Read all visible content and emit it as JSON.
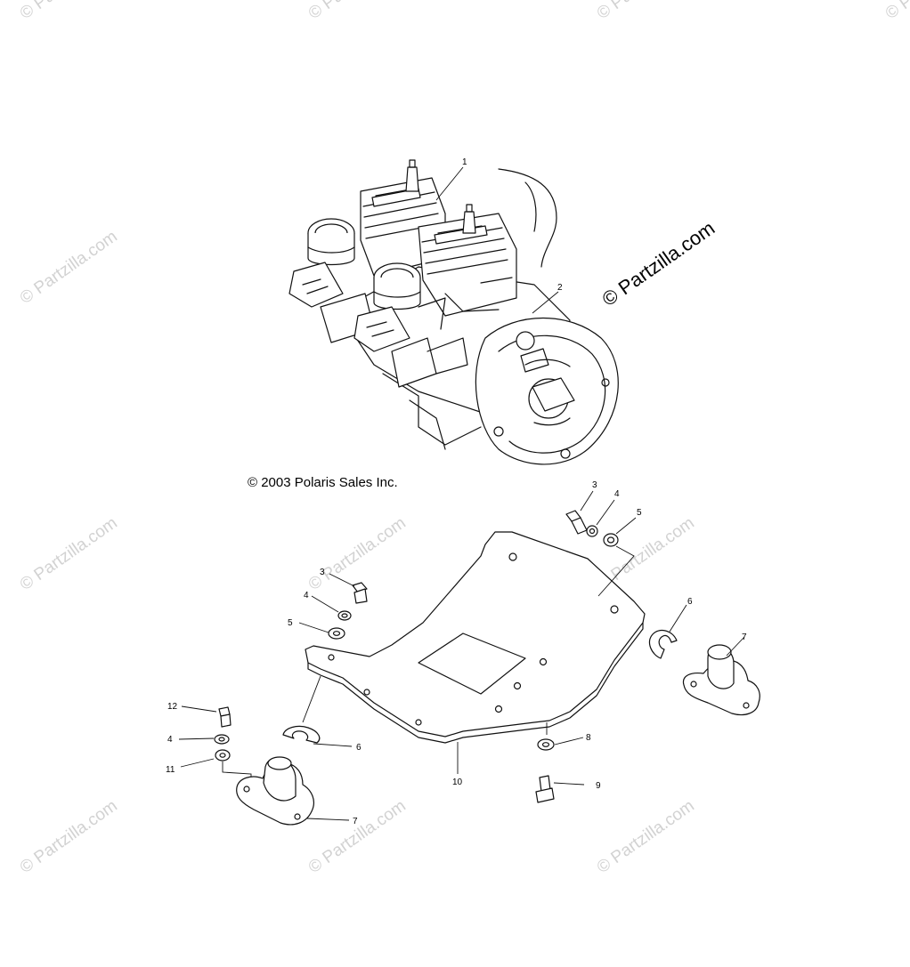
{
  "diagram": {
    "copyright": "© 2003 Polaris Sales Inc.",
    "watermark": "© Partzilla.com",
    "callouts": {
      "engine": "1",
      "engine_housing": "2",
      "bolt_upper_right": "3",
      "washer_upper_right": "4",
      "flat_washer_upper_right": "5",
      "bolt_upper_left": "3",
      "washer_upper_left": "4",
      "flat_washer_upper_left": "5",
      "clip_right": "6",
      "mount_right": "7",
      "washer_lower": "8",
      "bolt_lower": "9",
      "mounting_plate": "10",
      "spacer_left": "11",
      "bolt_left": "12",
      "washer_left": "4",
      "clip_left": "6",
      "mount_left": "7"
    }
  }
}
